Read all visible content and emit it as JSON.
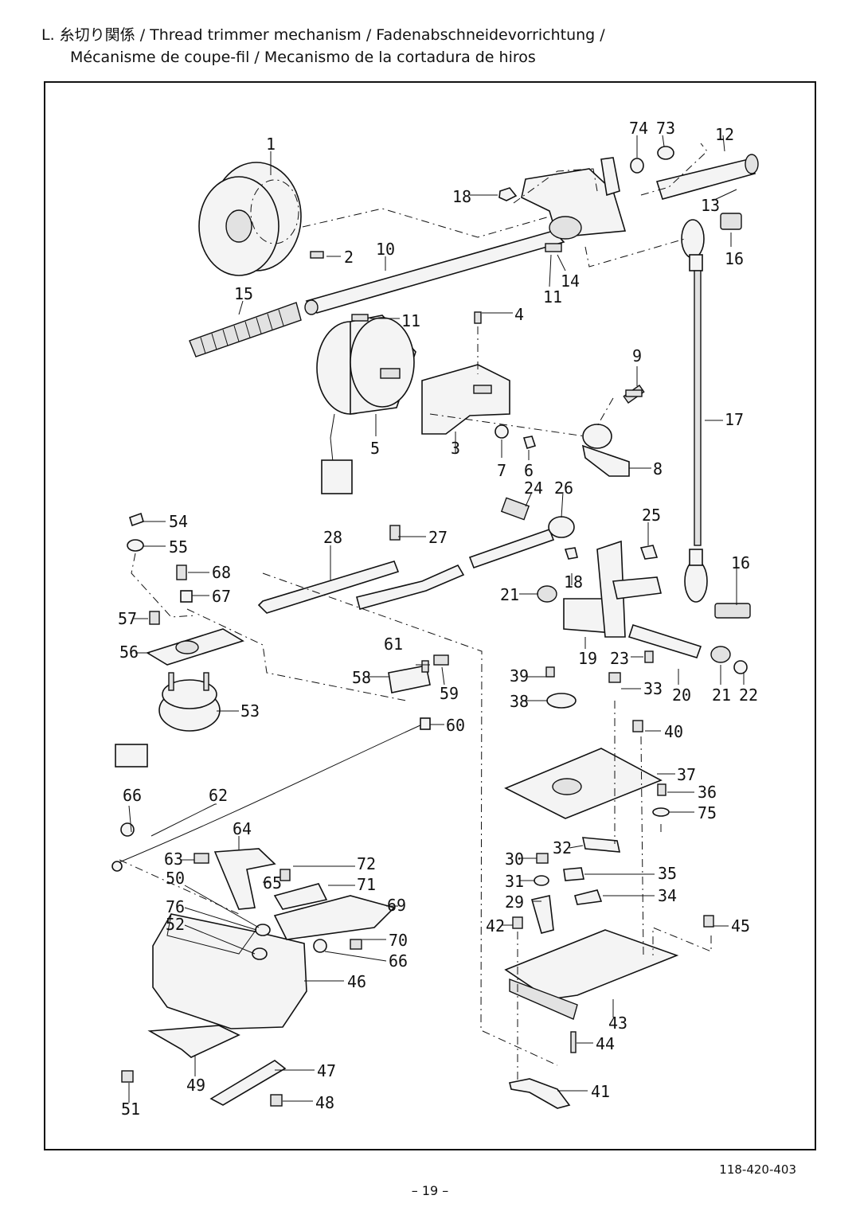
{
  "header": {
    "title_line1": "L.  糸切り関係 / Thread trimmer mechanism / Fadenabschneidevorrichtung /",
    "title_line2": "Mécanisme de coupe-fil / Mecanismo de la cortadura de hiros"
  },
  "parts": [
    "1",
    "2",
    "3",
    "4",
    "5",
    "6",
    "7",
    "8",
    "9",
    "10",
    "11",
    "11",
    "12",
    "13",
    "14",
    "15",
    "16",
    "16",
    "17",
    "18",
    "18",
    "19",
    "20",
    "21",
    "21",
    "22",
    "23",
    "24",
    "25",
    "26",
    "27",
    "28",
    "29",
    "30",
    "31",
    "32",
    "33",
    "34",
    "35",
    "36",
    "37",
    "38",
    "39",
    "40",
    "41",
    "42",
    "43",
    "44",
    "45",
    "46",
    "47",
    "48",
    "49",
    "50",
    "51",
    "52",
    "53",
    "54",
    "55",
    "56",
    "57",
    "58",
    "59",
    "60",
    "61",
    "62",
    "63",
    "64",
    "65",
    "66",
    "66",
    "67",
    "68",
    "69",
    "70",
    "71",
    "72",
    "73",
    "74",
    "75",
    "76"
  ],
  "footer": {
    "doc_number": "118-420-403",
    "page_number": "– 19 –"
  }
}
